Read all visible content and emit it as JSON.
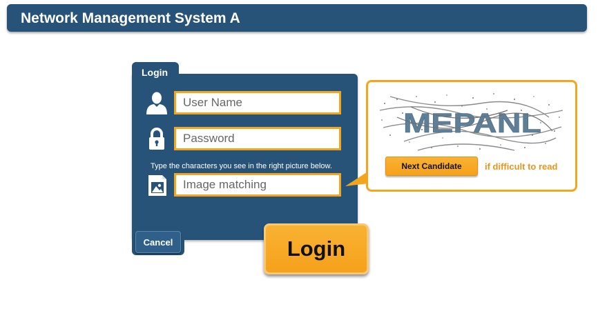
{
  "header": {
    "title": "Network Management System A"
  },
  "login_panel": {
    "tab_label": "Login",
    "username_placeholder": "User Name",
    "password_placeholder": "Password",
    "hint": "Type the characters you see in the right picture below.",
    "image_matching_placeholder": "Image matching",
    "cancel_label": "Cancel",
    "login_label": "Login"
  },
  "captcha": {
    "text": "MEPANL",
    "next_label": "Next Candidate",
    "difficult_text": "if difficult to read"
  },
  "icons": {
    "user": "user-icon",
    "lock": "lock-icon",
    "image": "image-icon"
  },
  "colors": {
    "primary": "#275379",
    "accent": "#f4a51e",
    "captcha_text": "#5f7f98"
  }
}
